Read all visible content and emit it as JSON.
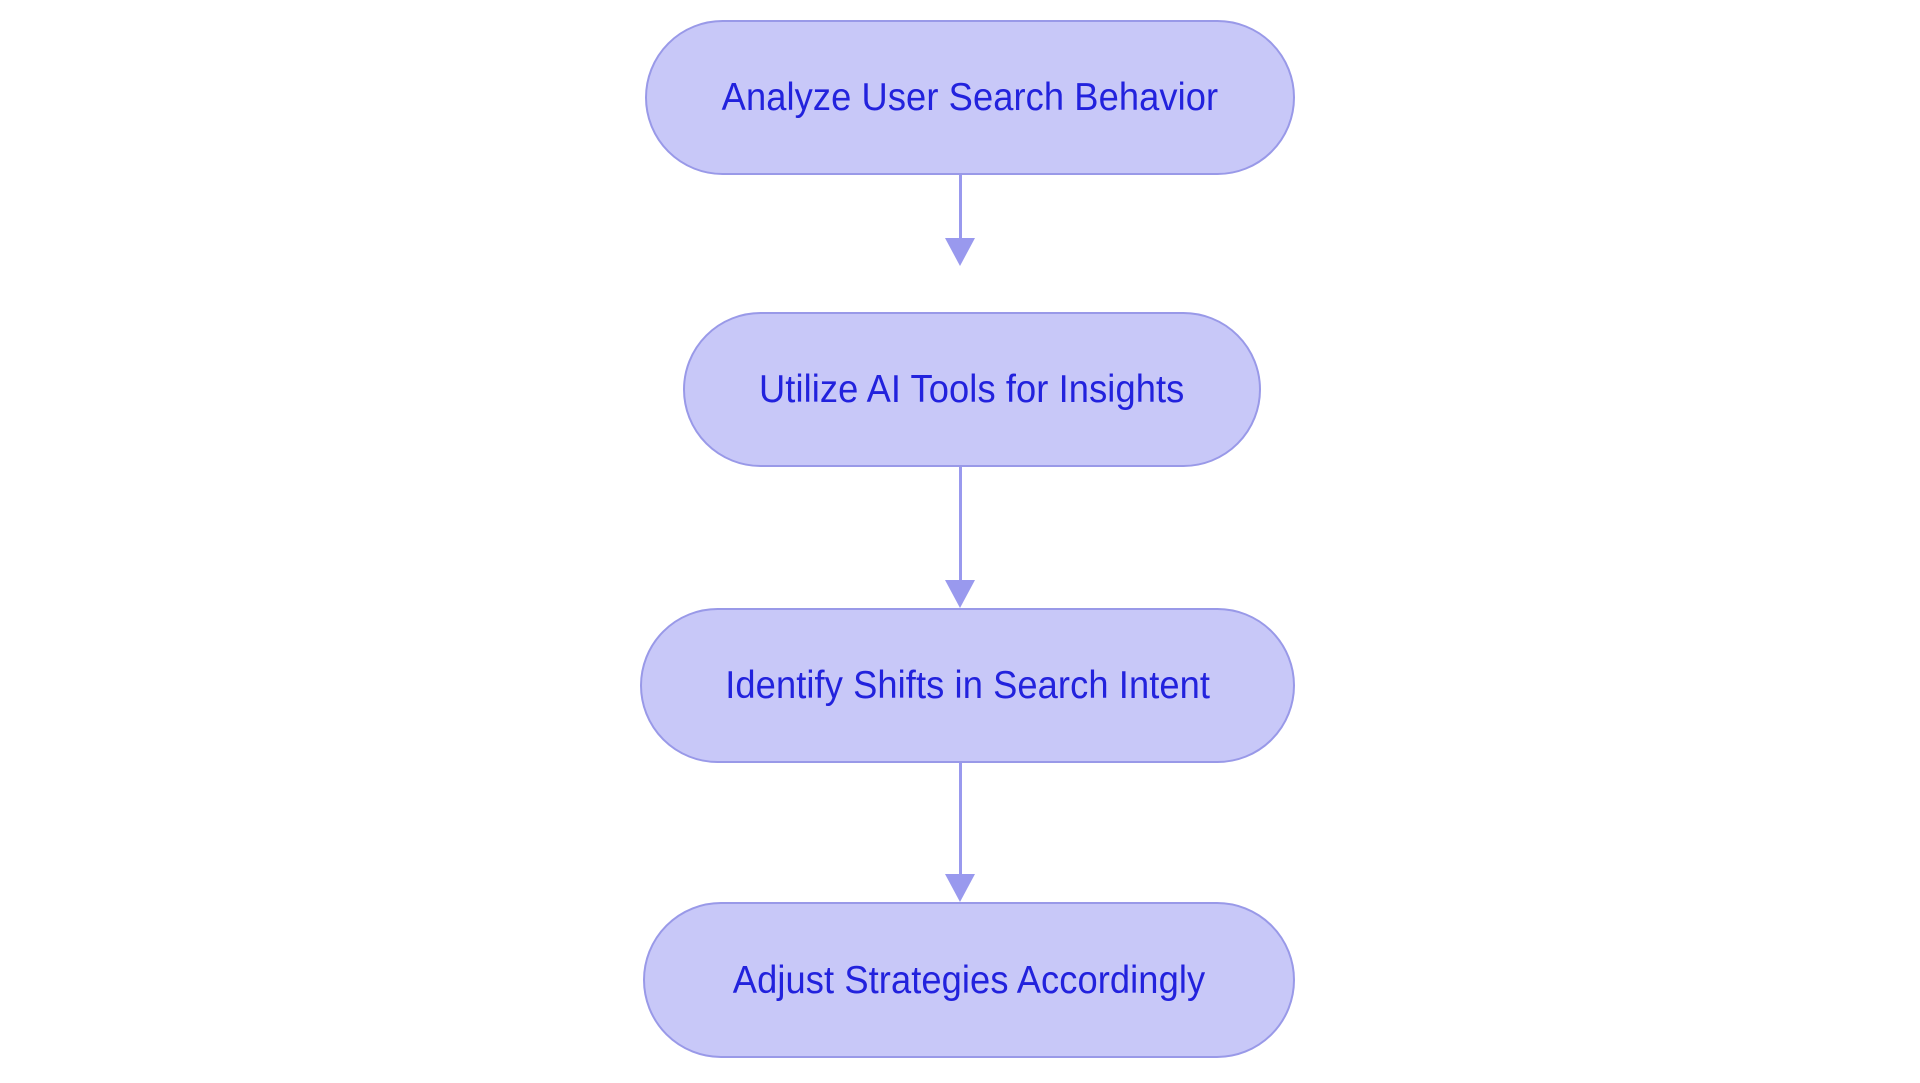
{
  "diagram": {
    "type": "flowchart",
    "orientation": "top-to-bottom",
    "background_color": "#ffffff",
    "node_fill_color": "#c8c8f8",
    "node_border_color": "#9999e8",
    "node_text_color": "#2222dd",
    "edge_color": "#9999ee",
    "nodes": [
      {
        "id": "n1",
        "label": "Analyze User Search Behavior"
      },
      {
        "id": "n2",
        "label": "Utilize AI Tools for Insights"
      },
      {
        "id": "n3",
        "label": "Identify Shifts in Search Intent"
      },
      {
        "id": "n4",
        "label": "Adjust Strategies Accordingly"
      }
    ],
    "edges": [
      {
        "id": "e1",
        "from": "n1",
        "to": "n2",
        "label": "",
        "arrowhead": "triangle"
      },
      {
        "id": "e2",
        "from": "n2",
        "to": "n3",
        "label": "",
        "arrowhead": "triangle"
      },
      {
        "id": "e3",
        "from": "n3",
        "to": "n4",
        "label": "",
        "arrowhead": "triangle"
      }
    ]
  }
}
